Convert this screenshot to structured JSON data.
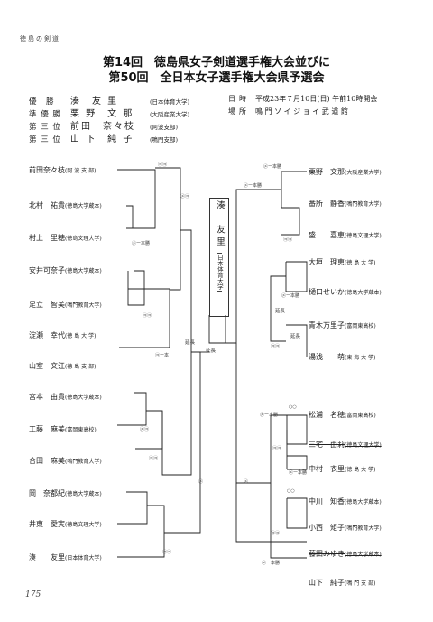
{
  "header": "徳島の剣道",
  "title_line1": "第14回　徳島県女子剣道選手権大会並びに",
  "title_line2": "第50回　全日本女子選手権大会県予選会",
  "results": [
    {
      "rank": "優　勝",
      "name": "湊　友 里",
      "aff": "(日本体育大学)"
    },
    {
      "rank": "準 優 勝",
      "name": "栗 野　文 那",
      "aff": "(大阪産業大学)"
    },
    {
      "rank": "第 三 位",
      "name": "前田　奈々枝",
      "aff": "(阿波支部)"
    },
    {
      "rank": "第 三 位",
      "name": "山 下　純 子",
      "aff": "(鳴門支部)"
    }
  ],
  "info": [
    {
      "label": "日時",
      "value": "平成23年７月10日(日) 午前10時開会"
    },
    {
      "label": "場所",
      "value": "鳴 門 ソ イ ジ ョ イ 武 道 館"
    }
  ],
  "left_players": [
    {
      "name": "前田奈々枝",
      "aff": "(阿 波 支 部)"
    },
    {
      "name": "北村　祐貴",
      "aff": "(徳島大学蔵本)"
    },
    {
      "name": "村上　里穂",
      "aff": "(徳島文理大学)"
    },
    {
      "name": "安井可奈子",
      "aff": "(徳島大学蔵本)"
    },
    {
      "name": "足立　智美",
      "aff": "(鳴門教育大学)"
    },
    {
      "name": "淀瀬　幸代",
      "aff": "(徳 島 大 学)"
    },
    {
      "name": "山室　文江",
      "aff": "(徳 島 支 部)"
    },
    {
      "name": "宮本　由貴",
      "aff": "(徳島大学蔵本)"
    },
    {
      "name": "工藤　麻美",
      "aff": "(富岡東高校)"
    },
    {
      "name": "合田　麻美",
      "aff": "(鳴門教育大学)"
    },
    {
      "name": "岡　奈都紀",
      "aff": "(徳島大学蔵本)"
    },
    {
      "name": "井東　愛実",
      "aff": "(徳島文理大学)"
    },
    {
      "name": "湊　　友里",
      "aff": "(日本体育大学)"
    }
  ],
  "right_players": [
    {
      "name": "栗野　文那",
      "aff": "(大阪産業大学)"
    },
    {
      "name": "番所　静香",
      "aff": "(鳴門教育大学)"
    },
    {
      "name": "盛　　嘉恵",
      "aff": "(徳島文理大学)"
    },
    {
      "name": "大垣　理恵",
      "aff": "(徳 島 大 学)"
    },
    {
      "name": "樋口せいか",
      "aff": "(徳島大学蔵本)"
    },
    {
      "name": "青木万里子",
      "aff": "(富岡東高校)"
    },
    {
      "name": "湯浅　　萌",
      "aff": "(東 海 大 学)"
    },
    {
      "name": "松浦　名穂",
      "aff": "(富岡東高校)"
    },
    {
      "name": "三宅　由莉",
      "aff": "(徳島文理大学)"
    },
    {
      "name": "中村　衣里",
      "aff": "(徳 島 大 学)"
    },
    {
      "name": "中川　知香",
      "aff": "(徳島大学蔵本)"
    },
    {
      "name": "小西　矩子",
      "aff": "(鳴門教育大学)"
    },
    {
      "name": "藤田みゆき",
      "aff": "(徳島大学蔵本)"
    },
    {
      "name": "山下　純子",
      "aff": "(鳴 門 支 部)"
    }
  ],
  "champion": {
    "name": "湊　友里",
    "aff": "日本体育大学"
  },
  "marks": {
    "mm": "㋱㋱",
    "kk": "㋙㋙",
    "md": "㋱㋙",
    "dd": "㋙㋙",
    "m": "㋱",
    "d": "㋙",
    "ipponkachi": "㋱ー本勝",
    "ippon": "ー本",
    "encho": "延長",
    "dou_ippon": "㋙ー本",
    "oo": "○○"
  },
  "page_number": "175"
}
